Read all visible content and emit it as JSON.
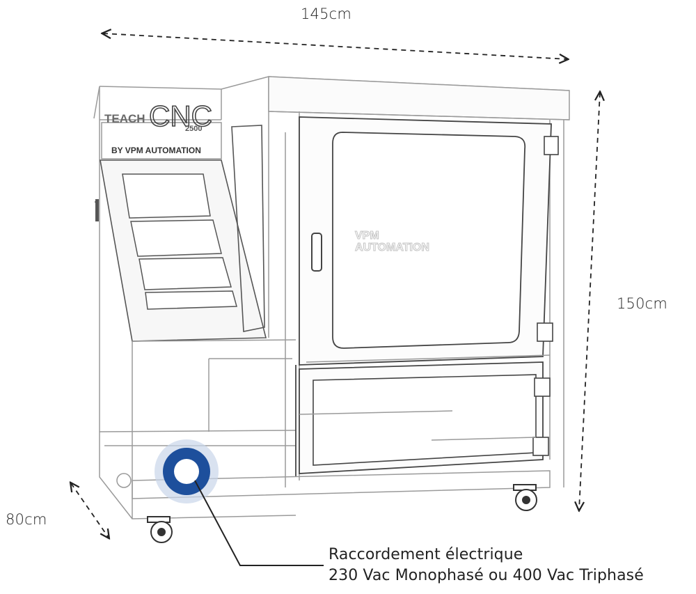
{
  "machine": {
    "brand_line1": "TEACH",
    "brand_line2": "CNC",
    "model": "2500",
    "maker": "BY VPM AUTOMATION",
    "window_logo": [
      "VPM",
      "AUTOMATION"
    ]
  },
  "dimensions": {
    "width": "145cm",
    "height": "150cm",
    "depth": "80cm"
  },
  "callout": {
    "line1": "Raccordement électrique",
    "line2": "230 Vac Monophasé ou 400 Vac Triphasé"
  },
  "colors": {
    "connector_ring": "#1d4f9c",
    "connector_halo": "#c9d6ea",
    "drawing_lines": "#9a9a9a",
    "dark_lines": "#333333"
  }
}
